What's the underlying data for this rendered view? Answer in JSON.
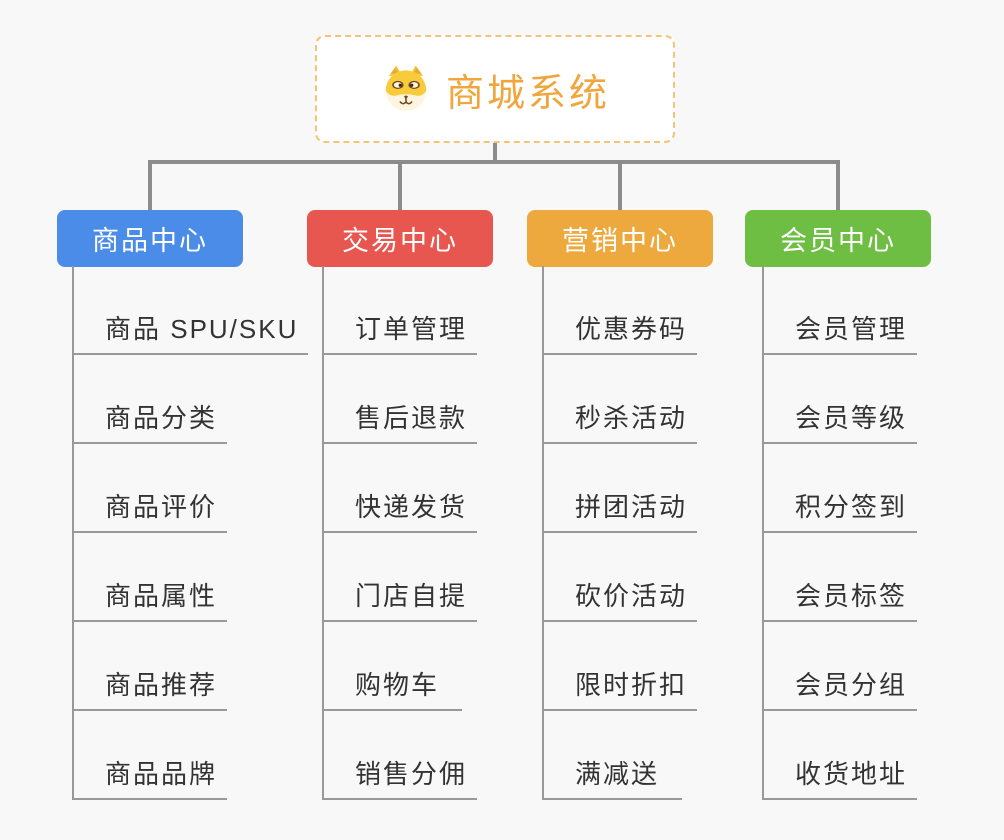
{
  "root": {
    "label": "商城系统",
    "icon": "dog-face-icon",
    "text_color": "#f0a63c",
    "border_color": "#f3c475"
  },
  "connector_color": "#8c8c8c",
  "background_color": "#f8f8f8",
  "branches": [
    {
      "label": "商品中心",
      "color": "#4a8ce8",
      "items": [
        "商品 SPU/SKU",
        "商品分类",
        "商品评价",
        "商品属性",
        "商品推荐",
        "商品品牌"
      ]
    },
    {
      "label": "交易中心",
      "color": "#e7564f",
      "items": [
        "订单管理",
        "售后退款",
        "快递发货",
        "门店自提",
        "购物车",
        "销售分佣"
      ]
    },
    {
      "label": "营销中心",
      "color": "#eda83e",
      "items": [
        "优惠券码",
        "秒杀活动",
        "拼团活动",
        "砍价活动",
        "限时折扣",
        "满减送"
      ]
    },
    {
      "label": "会员中心",
      "color": "#6fbe44",
      "items": [
        "会员管理",
        "会员等级",
        "积分签到",
        "会员标签",
        "会员分组",
        "收货地址"
      ]
    }
  ]
}
